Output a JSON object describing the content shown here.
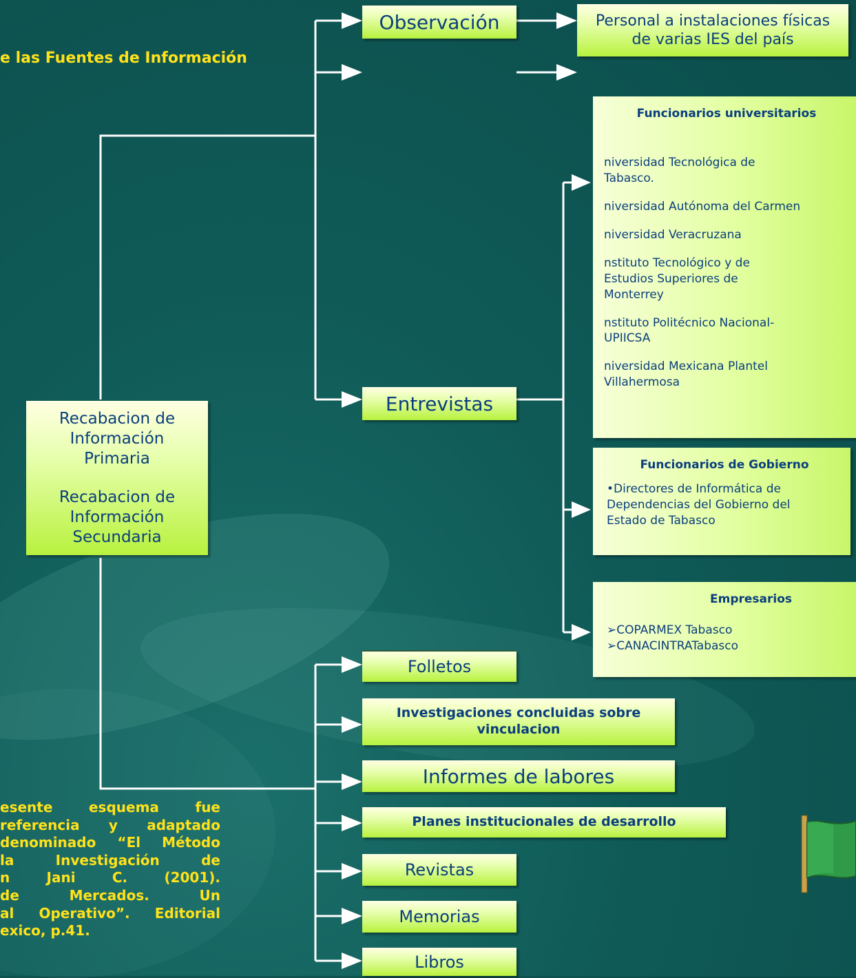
{
  "title": "e las Fuentes de Información",
  "primary_source": "Recabacion de Información Primaria",
  "secondary_source_lines": [
    "Recabacion de",
    "Información",
    "Secundaria"
  ],
  "primary_methods": {
    "observacion": "Observación",
    "entrevistas": "Entrevistas"
  },
  "observation_target_lines": [
    "Personal a instalaciones físicas",
    "de varias  IES del país"
  ],
  "interview_groups": {
    "universitarios": {
      "heading": "Funcionarios universitarios",
      "items": [
        "niversidad Tecnológica de Tabasco.",
        "niversidad Autónoma del Carmen",
        "niversidad Veracruzana",
        "nstituto Tecnológico y de Estudios Superiores de Monterrey",
        "nstituto Politécnico Nacional- UPIICSA",
        "niversidad Mexicana Plantel Villahermosa"
      ]
    },
    "gobierno": {
      "heading": "Funcionarios de Gobierno",
      "items": [
        "•Directores de Informática de Dependencias del Gobierno del Estado de Tabasco"
      ]
    },
    "empresarios": {
      "heading": "Empresarios",
      "items": [
        "➢COPARMEX Tabasco",
        "➢CANACINTRATabasco"
      ]
    }
  },
  "secondary_sources": {
    "folletos": "Folletos",
    "investigaciones": "Investigaciones concluidas sobre vinculacion",
    "informes": "Informes de labores",
    "planes": "Planes institucionales de desarrollo",
    "revistas": "Revistas",
    "memorias": "Memorias",
    "libros": "Libros"
  },
  "note_lines": [
    "esente esquema fue",
    "referencia y adaptado",
    "denominado “El Método",
    "la Investigación de",
    "n Jani C. (2001).",
    "de Mercados. Un",
    "al Operativo”. Editorial",
    "exico, p.41."
  ],
  "colors": {
    "background": "#0f5a57",
    "title_text": "#ffe21a",
    "box_text": "#0b3e7d",
    "connector": "#ffffff",
    "box_fill_top": "#ffffe2",
    "box_fill_bottom": "#b8f23e"
  },
  "flag_icon": "green-flag-icon"
}
